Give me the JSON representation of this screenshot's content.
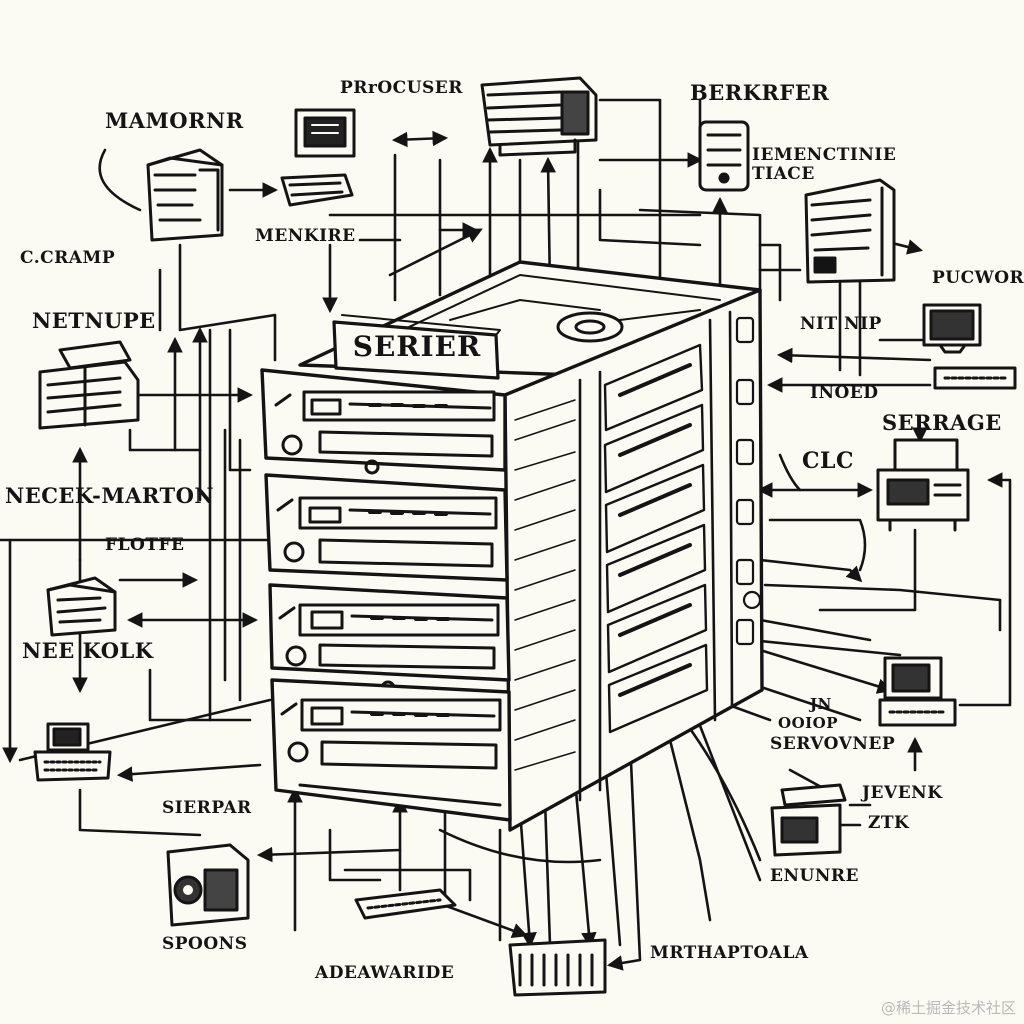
{
  "diagram": {
    "center_label": "SERIER",
    "labels": {
      "top_left": "MAMORNR",
      "top_center": "PRrOCUSER",
      "top_right": "BERKRFER",
      "right_upper": "IEMENCTINIE",
      "right_upper2": "TIACE",
      "c_cramp": "C.CRAMP",
      "menkire": "MENKIRE",
      "netnupe": "NETNUPE",
      "pucwor": "PUCWOR",
      "nit_nip": "NIT NIP",
      "inoed": "INOED",
      "serrage": "SERRAGE",
      "clc": "CLC",
      "necek_marton": "NECEK-MARTON",
      "flotfe": "FLOTFE",
      "nee_kolk": "NEE KOLK",
      "jn": "JN",
      "odiop": "OOIOP",
      "servovnep": "SERVOVNEP",
      "jevenk": "JEVENK",
      "ztk": "ZTK",
      "sierpar": "SIERPAR",
      "enunre": "ENUNRE",
      "spoons": "SPOONS",
      "adeawarede": "ADEAWARIDE",
      "mrthaptoala": "MRTHAPTOALA"
    },
    "watermark": "@稀土掘金技术社区"
  },
  "colors": {
    "ink": "#141414",
    "paper": "#fbfaf3",
    "watermark": "#b9b9b9"
  }
}
